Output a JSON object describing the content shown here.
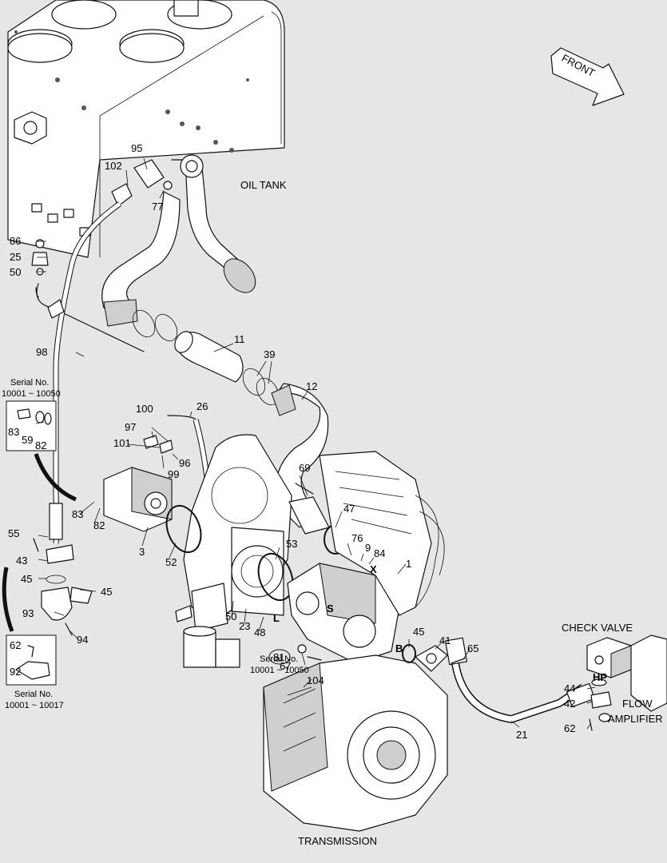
{
  "labels": {
    "front": "FRONT",
    "oil_tank": "OIL TANK",
    "transmission": "TRANSMISSION",
    "check_valve": "CHECK VALVE",
    "flow_amplifier_1": "FLOW",
    "flow_amplifier_2": "AMPLIFIER",
    "hp": "HP"
  },
  "serial_notes": {
    "a_title": "Serial No.",
    "a_range": "10001 ~ 10050",
    "b_title": "Serial No.",
    "b_range": "10001 ~ 10017",
    "c_title": "Serial No.",
    "c_range": "10001 ~ 10050"
  },
  "port_letters": {
    "s": "S",
    "l": "L",
    "x": "X",
    "b": "B"
  },
  "callouts": {
    "p95": "95",
    "p102": "102",
    "p77": "77",
    "p86": "86",
    "p25": "25",
    "p50a": "50",
    "p98": "98",
    "p11": "11",
    "p39": "39",
    "p12": "12",
    "p100": "100",
    "p26": "26",
    "p97": "97",
    "p101": "101",
    "p96": "96",
    "p99": "99",
    "p83a": "83",
    "p59": "59",
    "p82a": "82",
    "p83b": "83",
    "p82b": "82",
    "p3": "3",
    "p52": "52",
    "p69": "69",
    "p47": "47",
    "p55": "55",
    "p43": "43",
    "p45a": "45",
    "p45b": "45",
    "p53": "53",
    "p76": "76",
    "p9": "9",
    "p84": "84",
    "p1": "1",
    "p93": "93",
    "p94": "94",
    "p50b": "50",
    "p23": "23",
    "p48": "48",
    "p62a": "62",
    "p92": "92",
    "p45c": "45",
    "p41": "41",
    "p65": "65",
    "p67": "67",
    "p104": "104",
    "p81": "81",
    "p44": "44",
    "p42": "42",
    "p62b": "62",
    "p21": "21"
  }
}
